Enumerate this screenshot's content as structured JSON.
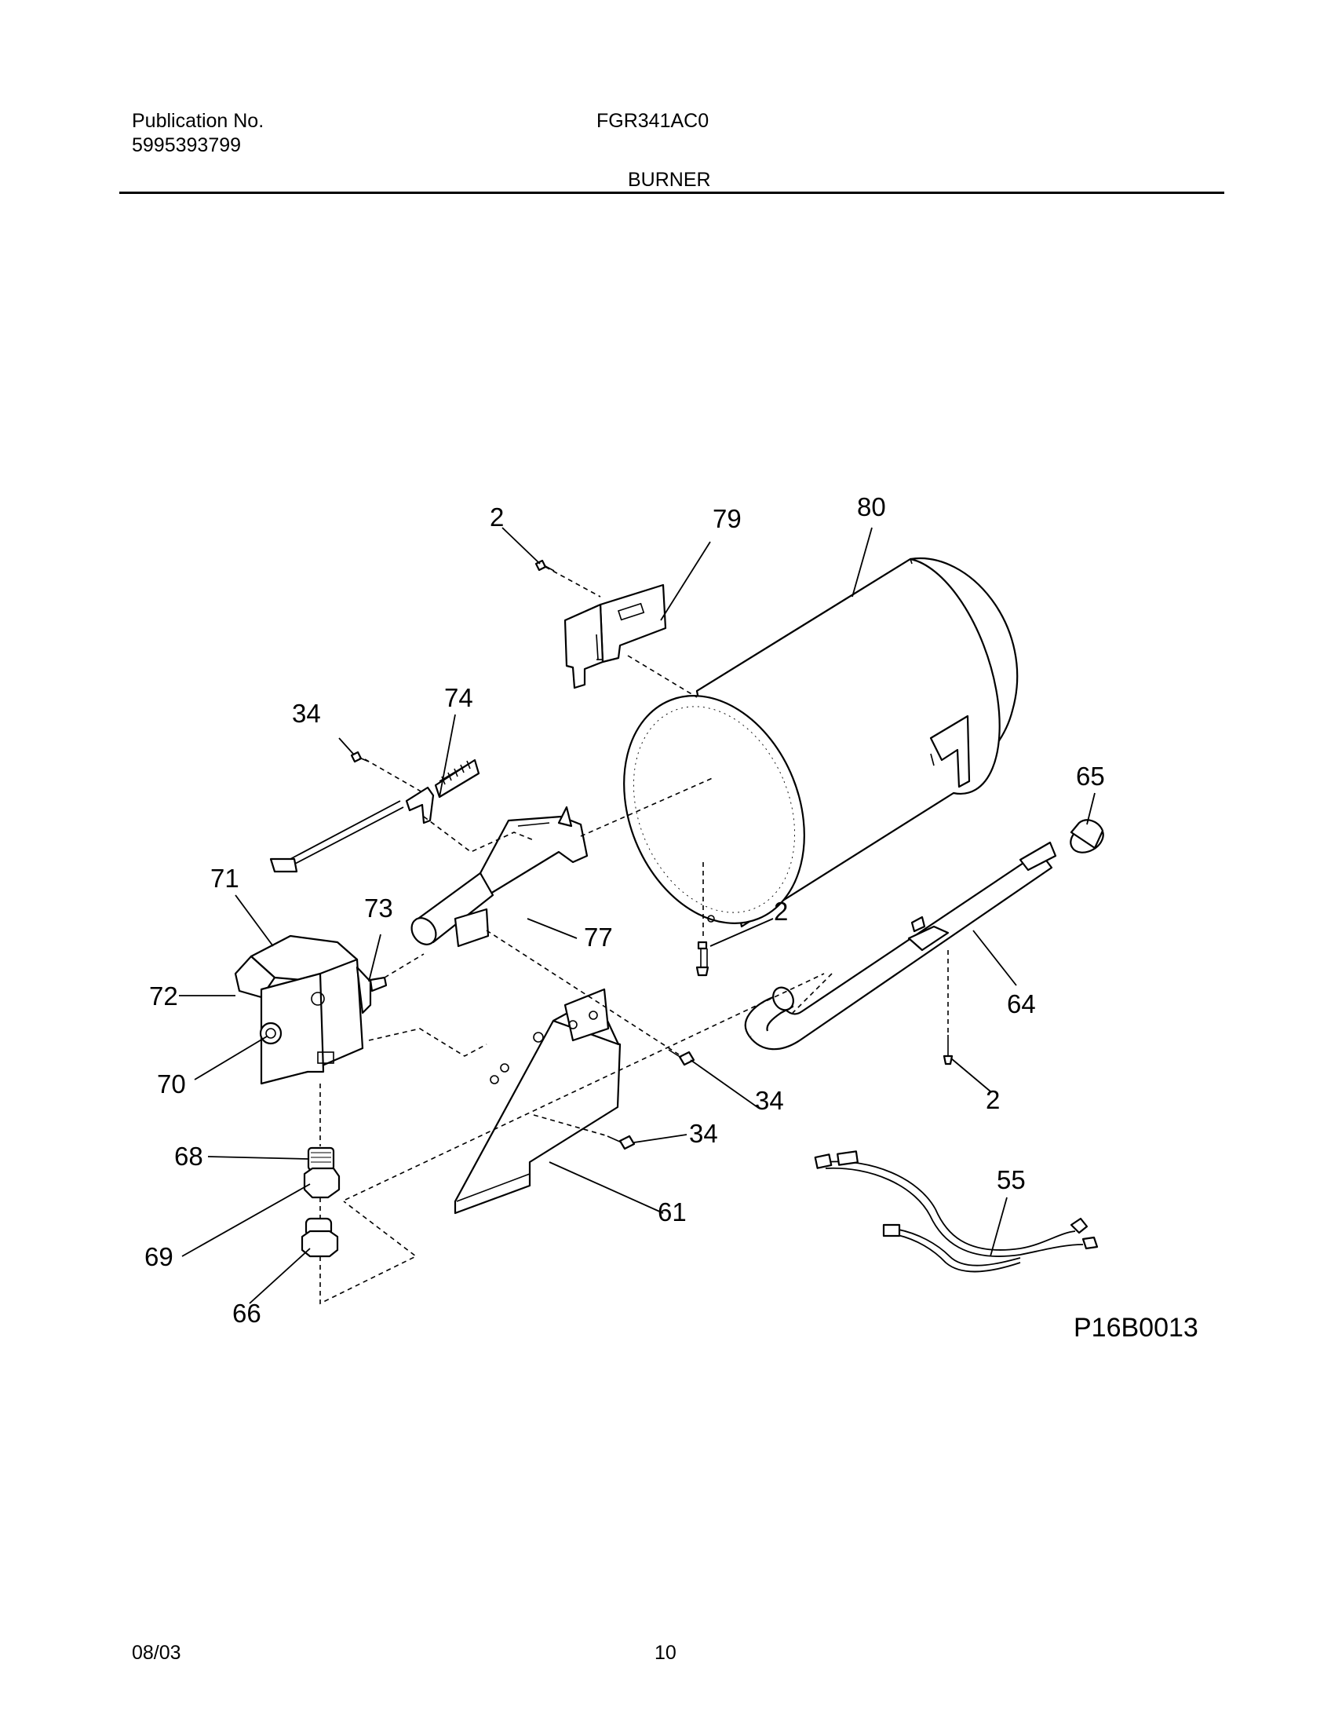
{
  "header": {
    "publication_label": "Publication No.",
    "publication_number": "5995393799",
    "model": "FGR341AC0",
    "section_title": "BURNER"
  },
  "diagram": {
    "code": "P16B0013",
    "callouts": {
      "screw_79": "2",
      "bracket": "79",
      "combustion_chamber": "80",
      "igniter_screw": "34",
      "igniter": "74",
      "orifice_cap": "65",
      "valve_top": "71",
      "valve_coil": "73",
      "burner_tube": "77",
      "screw_chamber": "2",
      "valve_body": "72",
      "gas_tube": "64",
      "valve": "70",
      "screw_bracket_right": "34",
      "screw_tube": "2",
      "screw_bracket_bottom": "34",
      "fitting_68": "68",
      "harness": "55",
      "bracket_61": "61",
      "fitting_69": "69",
      "fitting_66": "66"
    }
  },
  "footer": {
    "date": "08/03",
    "page": "10"
  }
}
